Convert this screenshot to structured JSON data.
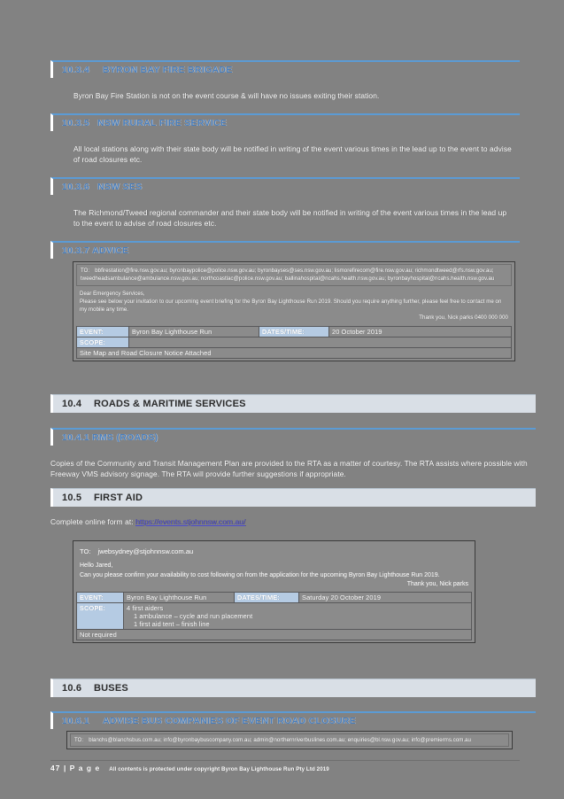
{
  "document": {
    "footer": {
      "page_label": "47 | P a g e",
      "copyright": "All contents is protected under copyright Byron Bay Lighthouse Run Pty Ltd 2019"
    }
  },
  "sections": {
    "fire_brigade": {
      "number": "10.3.4",
      "title": "BYRON BAY FIRE BRIGADE",
      "body": "Byron Bay Fire Station is not on the event course & will have no issues exiting their station."
    },
    "rural_fire": {
      "number": "10.3.5",
      "title": "NSW RURAL FIRE SERVICE",
      "body": "All local stations along with their state body will be notified in writing of the event various times in the lead up to the event to advise of road closures etc."
    },
    "ses": {
      "number": "10.3.6",
      "title": "NSW SES",
      "body": "The Richmond/Tweed regional commander and their state body will be notified in writing of the event various times in the lead up to the event to advise of road closures etc."
    },
    "advice": {
      "number": "10.3.7",
      "title": "ADVICE",
      "email": {
        "to_label": "TO:",
        "to_value": "bbfirestation@fire.nsw.gov.au; byronbaypolice@police.nsw.gov.au; byronbayses@ses.nsw.gov.au; lismorefirecom@fire.nsw.gov.au; richmondtweed@rfs.nsw.gov.au; tweedheadsambulance@ambulance.nsw.gov.au; northcoastlac@police.nsw.gov.au; ballinahospital@ncahs.health.nsw.gov.au; byronbayhospital@ncahs.health.nsw.gov.au",
        "greeting": "Dear Emergency Services,",
        "body": "Please see below your invitation to our upcoming event briefing for the Byron Bay Lighthouse Run 2019. Should you require anything further, please feel free to contact me on my mobile any time.",
        "signoff": "Thank you, Nick parks 0400 000 000"
      },
      "table": {
        "event_label": "EVENT:",
        "event_value": "Byron Bay Lighthouse Run",
        "dates_label": "DATES/TIME:",
        "dates_value": "20 October 2019",
        "scope_label": "SCOPE:",
        "scope_value": "",
        "note": "Site Map and Road Closure Notice Attached"
      }
    },
    "rms": {
      "number": "10.4",
      "title": "ROADS & MARITIME SERVICES",
      "sub": {
        "number": "10.4.1",
        "title": "RMS (ROADS)",
        "body": "Copies of the Community and Transit Management Plan are provided to the RTA as a matter of courtesy.  The RTA assists where possible with Freeway VMS advisory signage.  The RTA will provide further suggestions if appropriate."
      }
    },
    "first_aid": {
      "number": "10.5",
      "title": "FIRST AID",
      "intro_prefix": "Complete online form at:",
      "intro_link": "https://events.stjohnnsw.com.au/",
      "email": {
        "to_label": "TO:",
        "to_value": "jwebsydney@stjohnnsw.com.au",
        "greeting": "Hello Jared,",
        "body": "Can you please confirm your availability to cost following on from the application for the upcoming Byron Bay Lighthouse Run 2019.",
        "signoff": "Thank you, Nick parks"
      },
      "table": {
        "event_label": "EVENT:",
        "event_value": "Byron Bay Lighthouse Run",
        "dates_label": "DATES/TIME:",
        "dates_value": "Saturday 20 October 2019",
        "scope_label": "SCOPE:",
        "scope_lines": [
          "4 first aiders",
          "1 ambulance – cycle and run placement",
          "1 first aid tent – finish line"
        ],
        "note": "Not required"
      }
    },
    "buses": {
      "number": "10.6",
      "title": "BUSES",
      "sub": {
        "number": "10.6.1",
        "title": "ADVISE BUS COMPANIES OF EVENT ROAD CLOSURE",
        "email": {
          "to_label": "TO:",
          "to_value": "blanchs@blanchsbus.com.au; info@byronbaybuscompany.com.au; admin@northernriverbuslines.com.au; enquiries@bl.nsw.gov.au; info@premierms.com.au"
        }
      }
    }
  }
}
